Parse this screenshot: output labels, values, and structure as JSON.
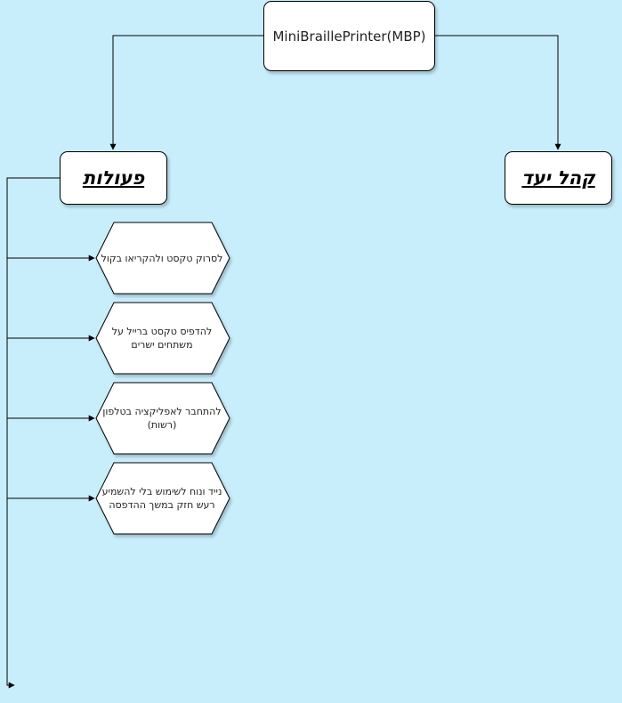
{
  "diagram": {
    "root": {
      "label": "MiniBraillePrinter(MBP)"
    },
    "branches": {
      "actions": {
        "label": "פעולות"
      },
      "audience": {
        "label": "קהל יעד"
      }
    },
    "actions_items": [
      {
        "label": "לסרוק טקסט ולהקריאו בקול"
      },
      {
        "label": "להדפיס טקסט ברייל על משתחים ישרים"
      },
      {
        "label": "להתחבר לאפליקציה בטלפון (רשות)"
      },
      {
        "label": "נייד ונוח לשימוש בלי להשמיע רעש חזק במשך ההדפסה"
      }
    ],
    "colors": {
      "background": "#c8eefc",
      "node_fill": "#ffffff",
      "stroke": "#000000"
    }
  }
}
